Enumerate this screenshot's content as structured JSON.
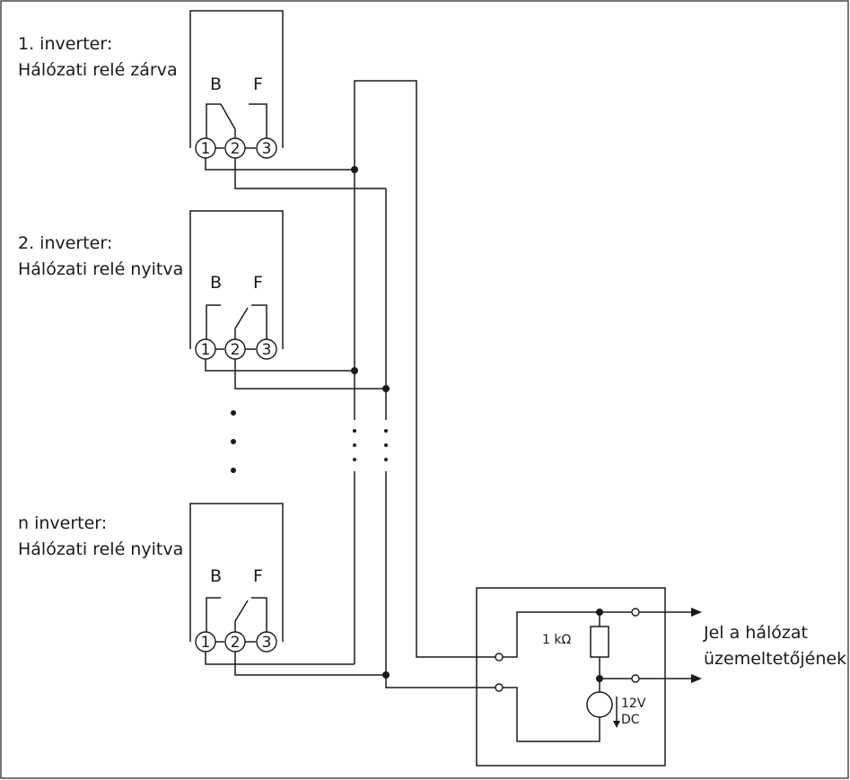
{
  "inverters": [
    {
      "title": "1. inverter:",
      "status": "Hálózati relé zárva",
      "label_b": "B",
      "label_f": "F",
      "t1": "1",
      "t2": "2",
      "t3": "3"
    },
    {
      "title": "2. inverter:",
      "status": "Hálózati relé nyitva",
      "label_b": "B",
      "label_f": "F",
      "t1": "1",
      "t2": "2",
      "t3": "3"
    },
    {
      "title": "n inverter:",
      "status": "Hálózati relé nyitva",
      "label_b": "B",
      "label_f": "F",
      "t1": "1",
      "t2": "2",
      "t3": "3"
    }
  ],
  "circuit": {
    "resistor": "1 kΩ",
    "voltage_line1": "12V",
    "voltage_line2": "DC",
    "output_line1": "Jel a hálózat",
    "output_line2": "üzemeltetőjének"
  }
}
